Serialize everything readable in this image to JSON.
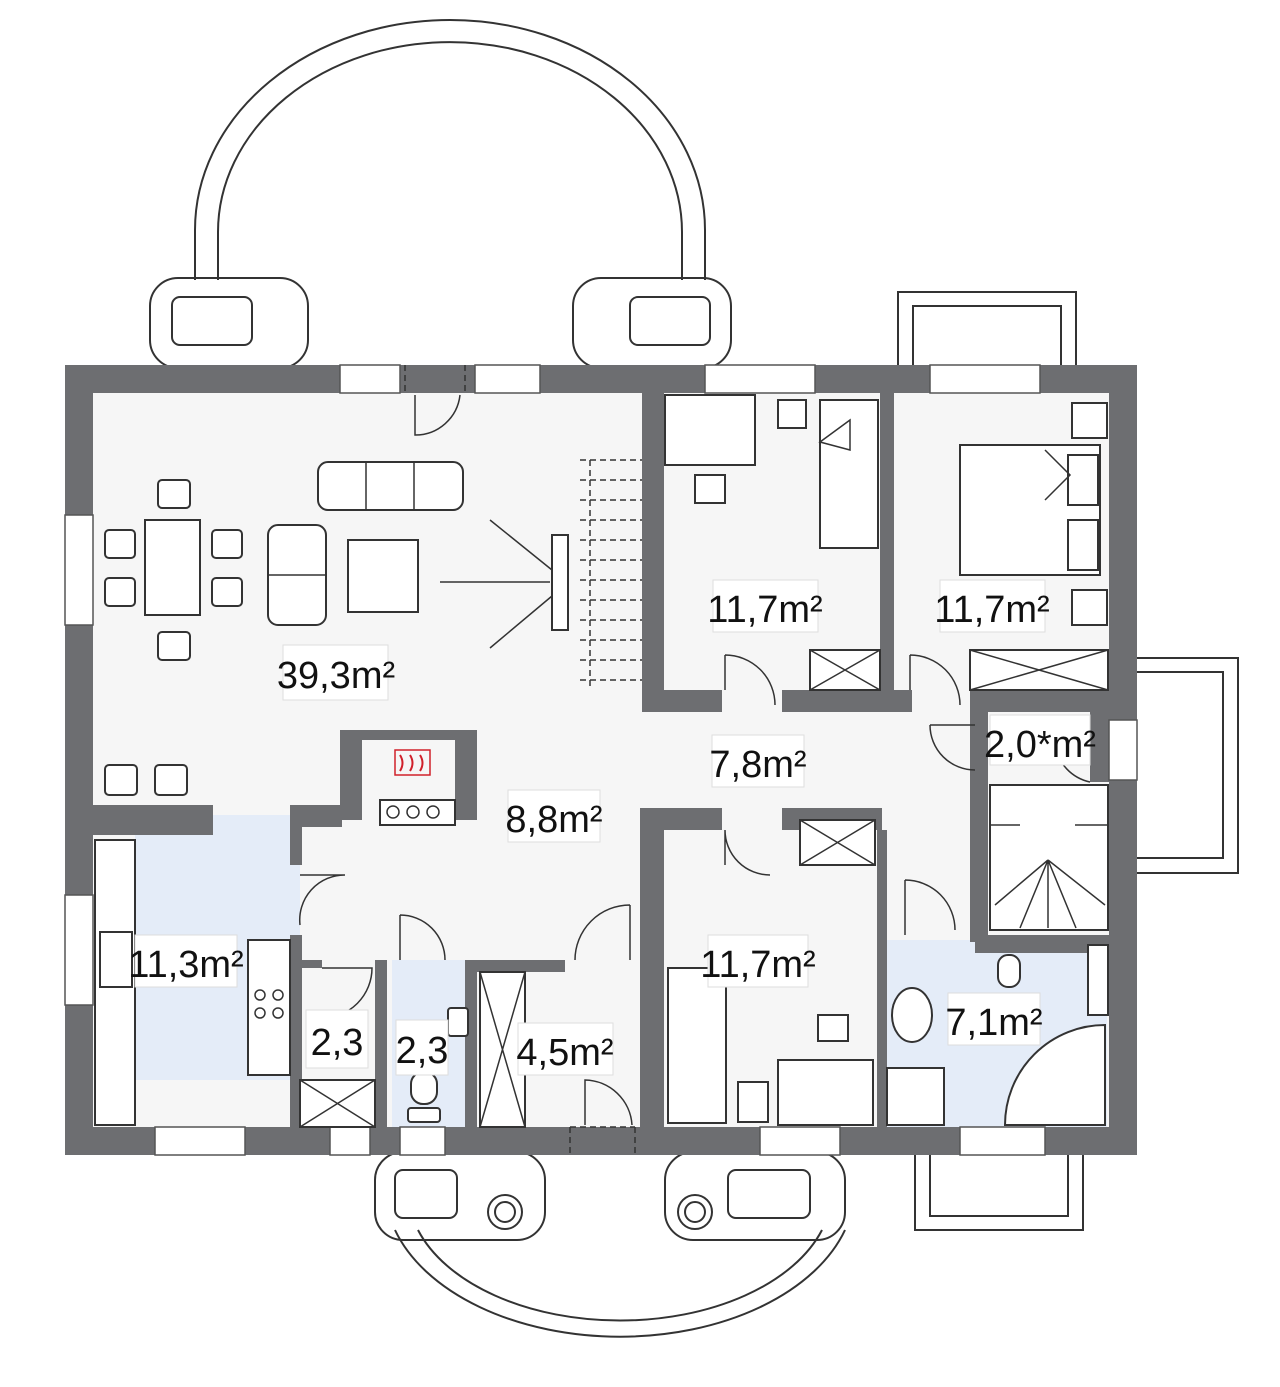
{
  "floor_plan": {
    "rooms": [
      {
        "id": "living-dining",
        "area": "39,3m²"
      },
      {
        "id": "bedroom-top-middle",
        "area": "11,7m²"
      },
      {
        "id": "bedroom-top-right",
        "area": "11,7m²"
      },
      {
        "id": "closet",
        "area": "2,0*m²"
      },
      {
        "id": "hall",
        "area": "7,8m²"
      },
      {
        "id": "entrance-hall",
        "area": "8,8m²"
      },
      {
        "id": "kitchen",
        "area": "11,3m²"
      },
      {
        "id": "storage",
        "area": "2,3"
      },
      {
        "id": "wc",
        "area": "2,3"
      },
      {
        "id": "vestibule",
        "area": "4,5m²"
      },
      {
        "id": "bedroom-bottom",
        "area": "11,7m²"
      },
      {
        "id": "bathroom",
        "area": "7,1m²"
      }
    ],
    "colors": {
      "wall": "#6d6e71",
      "floor": "#f6f6f6",
      "wet_room": "#e4ecf8"
    }
  }
}
